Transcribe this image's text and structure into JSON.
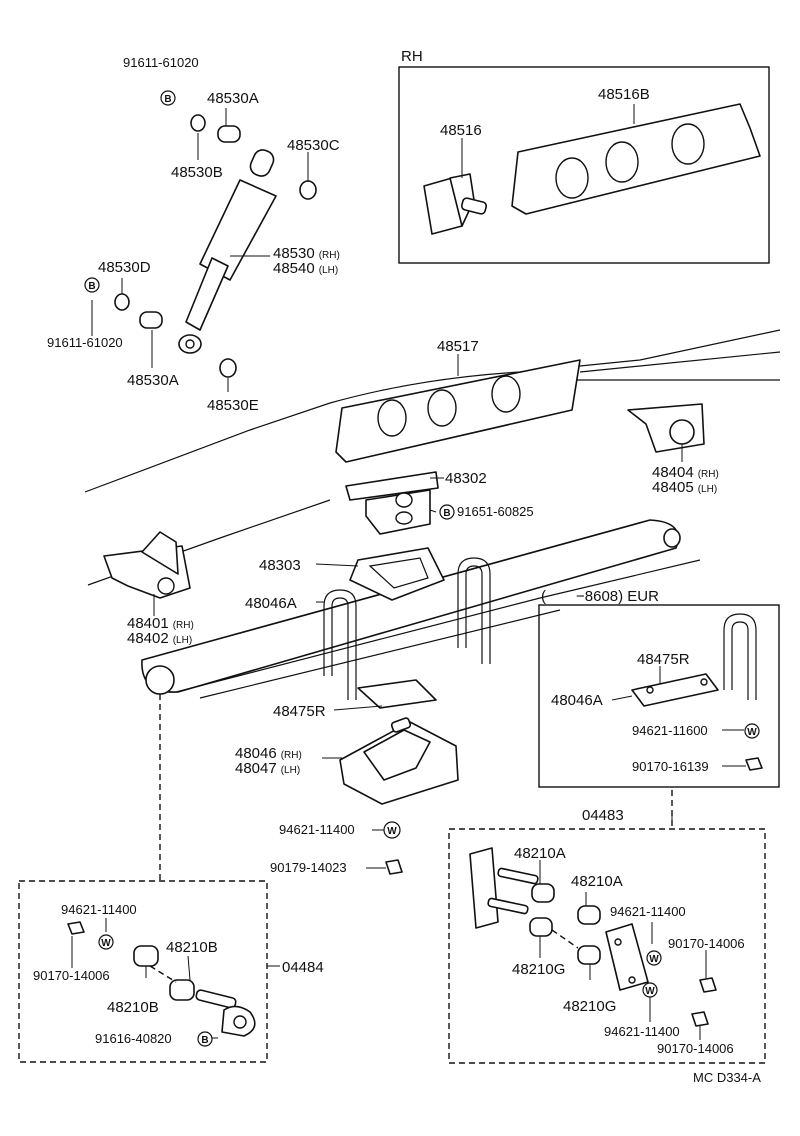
{
  "labels": {
    "l_91611_61020_top": "91611-61020",
    "l_48530A_top": "48530A",
    "l_48530B": "48530B",
    "l_48530C": "48530C",
    "l_48530_rh": "48530",
    "l_48540_lh": "48540",
    "l_48530D": "48530D",
    "l_91611_61020_bot": "91611-61020",
    "l_48530A_bot": "48530A",
    "l_48530E": "48530E",
    "l_RH": "RH",
    "l_48516": "48516",
    "l_48516B": "48516B",
    "l_48517": "48517",
    "l_48302": "48302",
    "l_91651_60825": "91651-60825",
    "l_48404": "48404",
    "l_48405": "48405",
    "l_48401": "48401",
    "l_48402": "48402",
    "l_48303": "48303",
    "l_48046A_main": "48046A",
    "l_48475R_main": "48475R",
    "l_48046": "48046",
    "l_48047": "48047",
    "l_eur": "(　　−8608) EUR",
    "l_48475R_eur": "48475R",
    "l_48046A_eur": "48046A",
    "l_94621_11600": "94621-11600",
    "l_90170_16139": "90170-16139",
    "l_94621_11400_mid": "94621-11400",
    "l_90179_14023": "90179-14023",
    "l_04483": "04483",
    "l_48210A_1": "48210A",
    "l_48210A_2": "48210A",
    "l_94621_11400_r1": "94621-11400",
    "l_90170_14006_r1": "90170-14006",
    "l_48210G_1": "48210G",
    "l_48210G_2": "48210G",
    "l_94621_11400_r2": "94621-11400",
    "l_90170_14006_r2": "90170-14006",
    "l_94621_11400_l": "94621-11400",
    "l_90170_14006_l": "90170-14006",
    "l_48210B_1": "48210B",
    "l_48210B_2": "48210B",
    "l_04484": "04484",
    "l_91616_40820": "91616-40820",
    "l_code": "MC  D334-A"
  },
  "sides": {
    "rh": "(RH)",
    "lh": "(LH)"
  },
  "symbols": {
    "bolt": "B",
    "washer": "W"
  }
}
